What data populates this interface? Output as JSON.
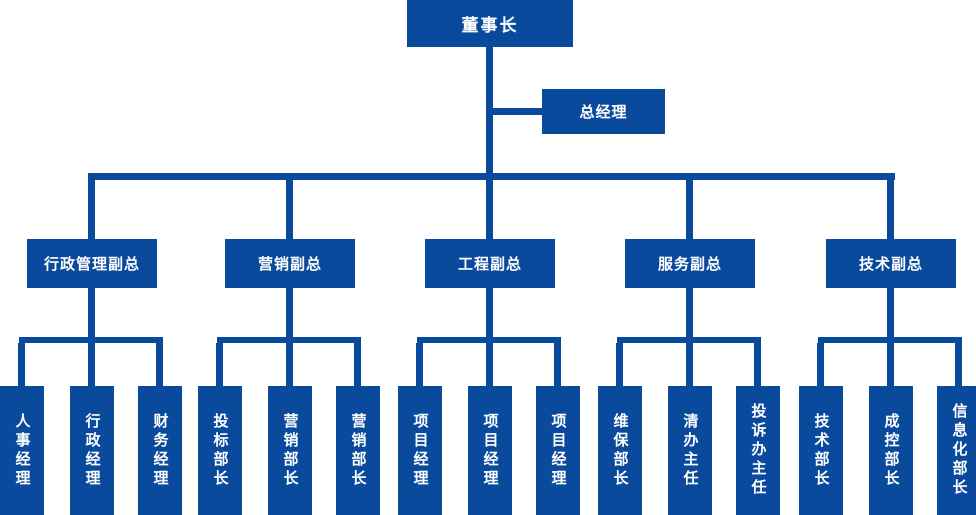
{
  "org": {
    "root": {
      "label": "董事长"
    },
    "general_manager": {
      "label": "总经理"
    },
    "branches": [
      {
        "label": "行政管理副总",
        "children": [
          "人事经理",
          "行政经理",
          "财务经理"
        ]
      },
      {
        "label": "营销副总",
        "children": [
          "投标部长",
          "营销部长",
          "营销部长"
        ]
      },
      {
        "label": "工程副总",
        "children": [
          "项目经理",
          "项目经理",
          "项目经理"
        ]
      },
      {
        "label": "服务副总",
        "children": [
          "维保部长",
          "清办主任",
          "投诉办主任"
        ]
      },
      {
        "label": "技术副总",
        "children": [
          "技术部长",
          "成控部长",
          "信息化部长"
        ]
      }
    ]
  },
  "colors": {
    "node_fill": "#0a4a9c",
    "connector": "#0a4a9c",
    "text": "#ffffff",
    "background": "#ffffff"
  }
}
